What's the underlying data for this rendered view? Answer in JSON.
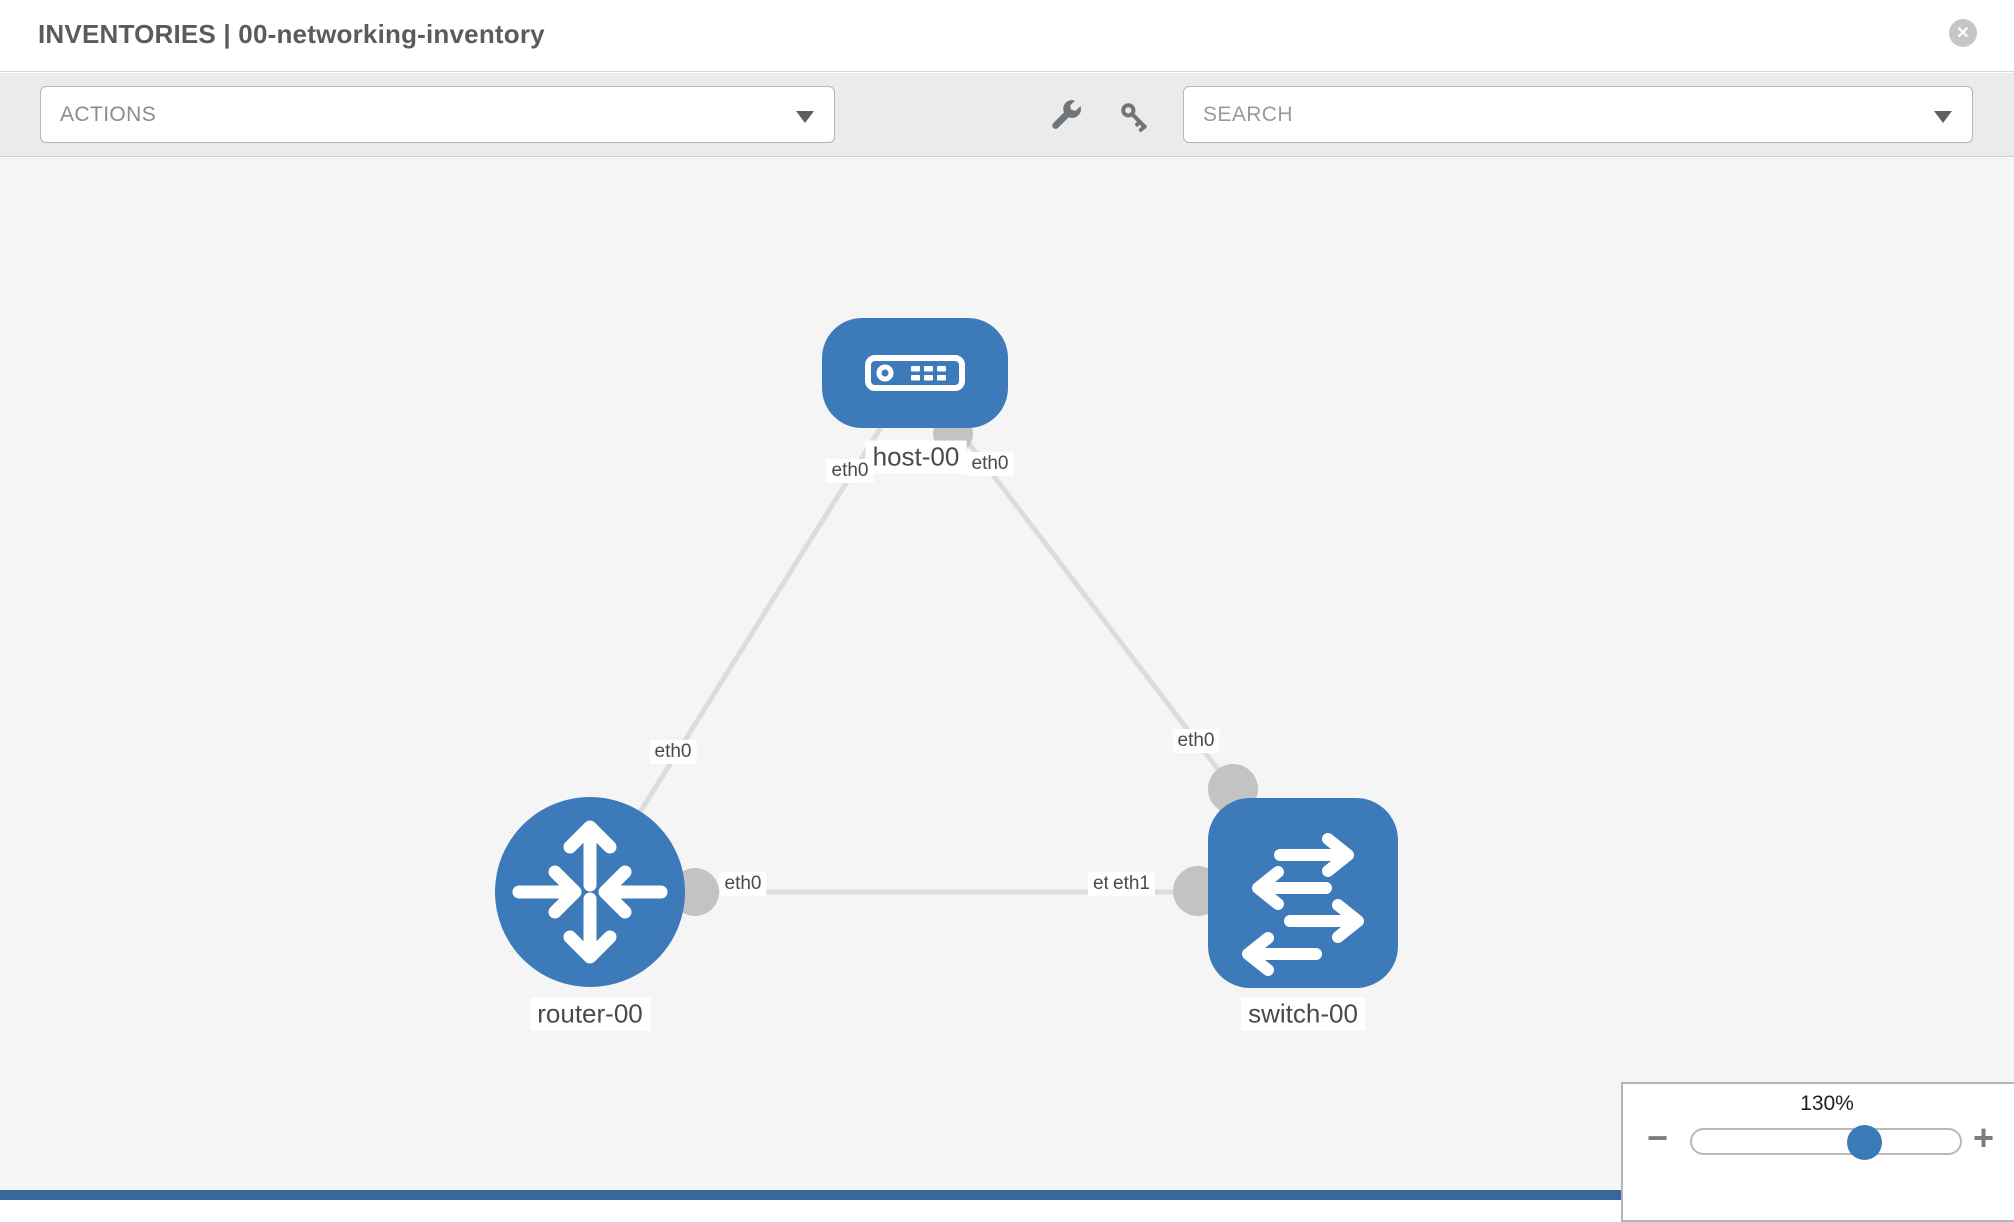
{
  "header": {
    "title": "INVENTORIES | 00-networking-inventory",
    "close_symbol": "✕"
  },
  "toolbar": {
    "actions_placeholder": "ACTIONS",
    "search_placeholder": "SEARCH",
    "icons": [
      "wrench-icon",
      "key-icon"
    ]
  },
  "topology": {
    "nodes": [
      {
        "id": "host-00",
        "label": "host-00",
        "type": "host",
        "icon": "server-icon"
      },
      {
        "id": "router-00",
        "label": "router-00",
        "type": "router",
        "icon": "router-arrows-icon"
      },
      {
        "id": "switch-00",
        "label": "switch-00",
        "type": "switch",
        "icon": "switch-arrows-icon"
      }
    ],
    "links": [
      {
        "from": "host-00",
        "to": "router-00",
        "from_interface": "eth0",
        "to_interface": "eth0"
      },
      {
        "from": "host-00",
        "to": "switch-00",
        "from_interface": "eth0",
        "to_interface": "eth0"
      },
      {
        "from": "router-00",
        "to": "switch-00",
        "from_interface": "eth0",
        "to_interface": "eth1"
      }
    ],
    "interface_chips": {
      "host_left": "eth0",
      "host_right": "eth0",
      "router_upper": "eth0",
      "switch_upper": "eth0",
      "router_lower": "eth0",
      "switch_lower_back": "eth0",
      "switch_lower_front": "eth1"
    }
  },
  "zoom_control": {
    "level": "130%",
    "minus_symbol": "−",
    "plus_symbol": "+"
  },
  "colors": {
    "node_blue": "#3d7ab9",
    "link_gray": "#dcdcdc",
    "connector_gray": "#c3c3c3",
    "canvas_bg": "#f5f5f5",
    "toolbar_bg": "#ebebeb",
    "accent_bar_blue": "#35699c"
  }
}
